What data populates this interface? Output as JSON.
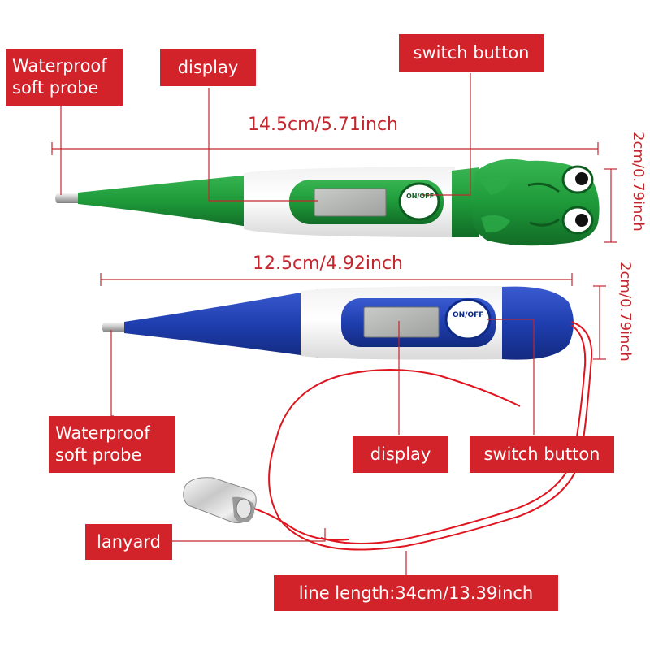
{
  "colors": {
    "label_bg": "#d3232a",
    "label_text": "#ffffff",
    "dimension": "#c2272d",
    "green": "#1e9a3a",
    "blue": "#1f3fb0",
    "lanyard": "#e0141e"
  },
  "green_thermometer": {
    "probe_label_line1": "Waterproof",
    "probe_label_line2": "soft probe",
    "display_label": "display",
    "switch_label": "switch button",
    "length": "14.5cm/5.71inch",
    "width": "2cm/0.79inch",
    "button_text_top": "ON",
    "button_text_bottom": "OFF"
  },
  "blue_thermometer": {
    "probe_label_line1": "Waterproof",
    "probe_label_line2": "soft probe",
    "display_label": "display",
    "switch_label": "switch button",
    "length": "12.5cm/4.92inch",
    "width": "2cm/0.79inch",
    "button_text_top": "ON",
    "button_text_bottom": "OFF"
  },
  "lanyard": {
    "label": "lanyard",
    "line_length": "line length:34cm/13.39inch"
  }
}
